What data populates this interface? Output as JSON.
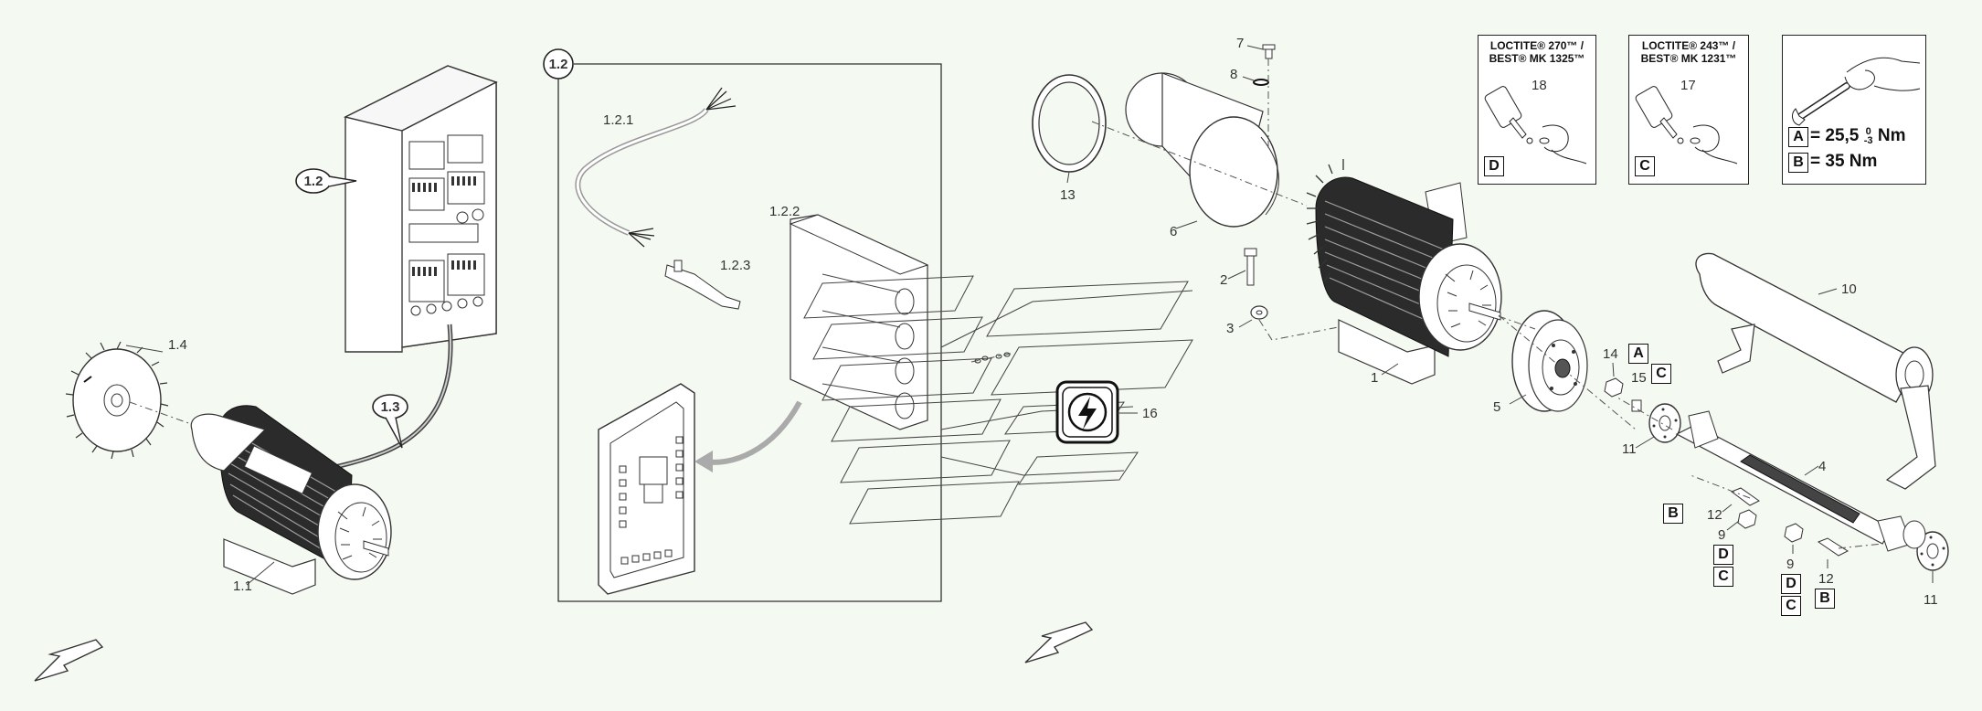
{
  "callouts": {
    "c1_1": "1.1",
    "c1_2": "1.2",
    "c1_3": "1.3",
    "c1_4": "1.4",
    "c1_2_1": "1.2.1",
    "c1_2_2": "1.2.2",
    "c1_2_3": "1.2.3",
    "inset_title": "1.2",
    "n1": "1",
    "n2": "2",
    "n3": "3",
    "n4": "4",
    "n5": "5",
    "n6": "6",
    "n7": "7",
    "n8": "8",
    "n9a": "9",
    "n9b": "9",
    "n10": "10",
    "n11a": "11",
    "n11b": "11",
    "n12a": "12",
    "n12b": "12",
    "n13": "13",
    "n14": "14",
    "n15": "15",
    "n16": "16",
    "n17": "17",
    "n18": "18"
  },
  "letters": {
    "A": "A",
    "B": "B",
    "C": "C",
    "D": "D"
  },
  "loctite_270": {
    "line1": "LOCTITE® 270™ /",
    "line2": "BEST® MK 1325™",
    "part": "18",
    "letter": "D"
  },
  "loctite_243": {
    "line1": "LOCTITE® 243™ /",
    "line2": "BEST® MK 1231™",
    "part": "17",
    "letter": "C"
  },
  "torque": {
    "a_letter": "A",
    "a_value": "= 25,5",
    "a_tol_top": "0",
    "a_tol_bottom": "-3",
    "a_unit": "Nm",
    "b_letter": "B",
    "b_value": "= 35 Nm"
  },
  "icons": [
    "wrench-icon",
    "loctite-bottle-icon",
    "electrical-hazard-icon",
    "view-direction-arrow-icon"
  ]
}
